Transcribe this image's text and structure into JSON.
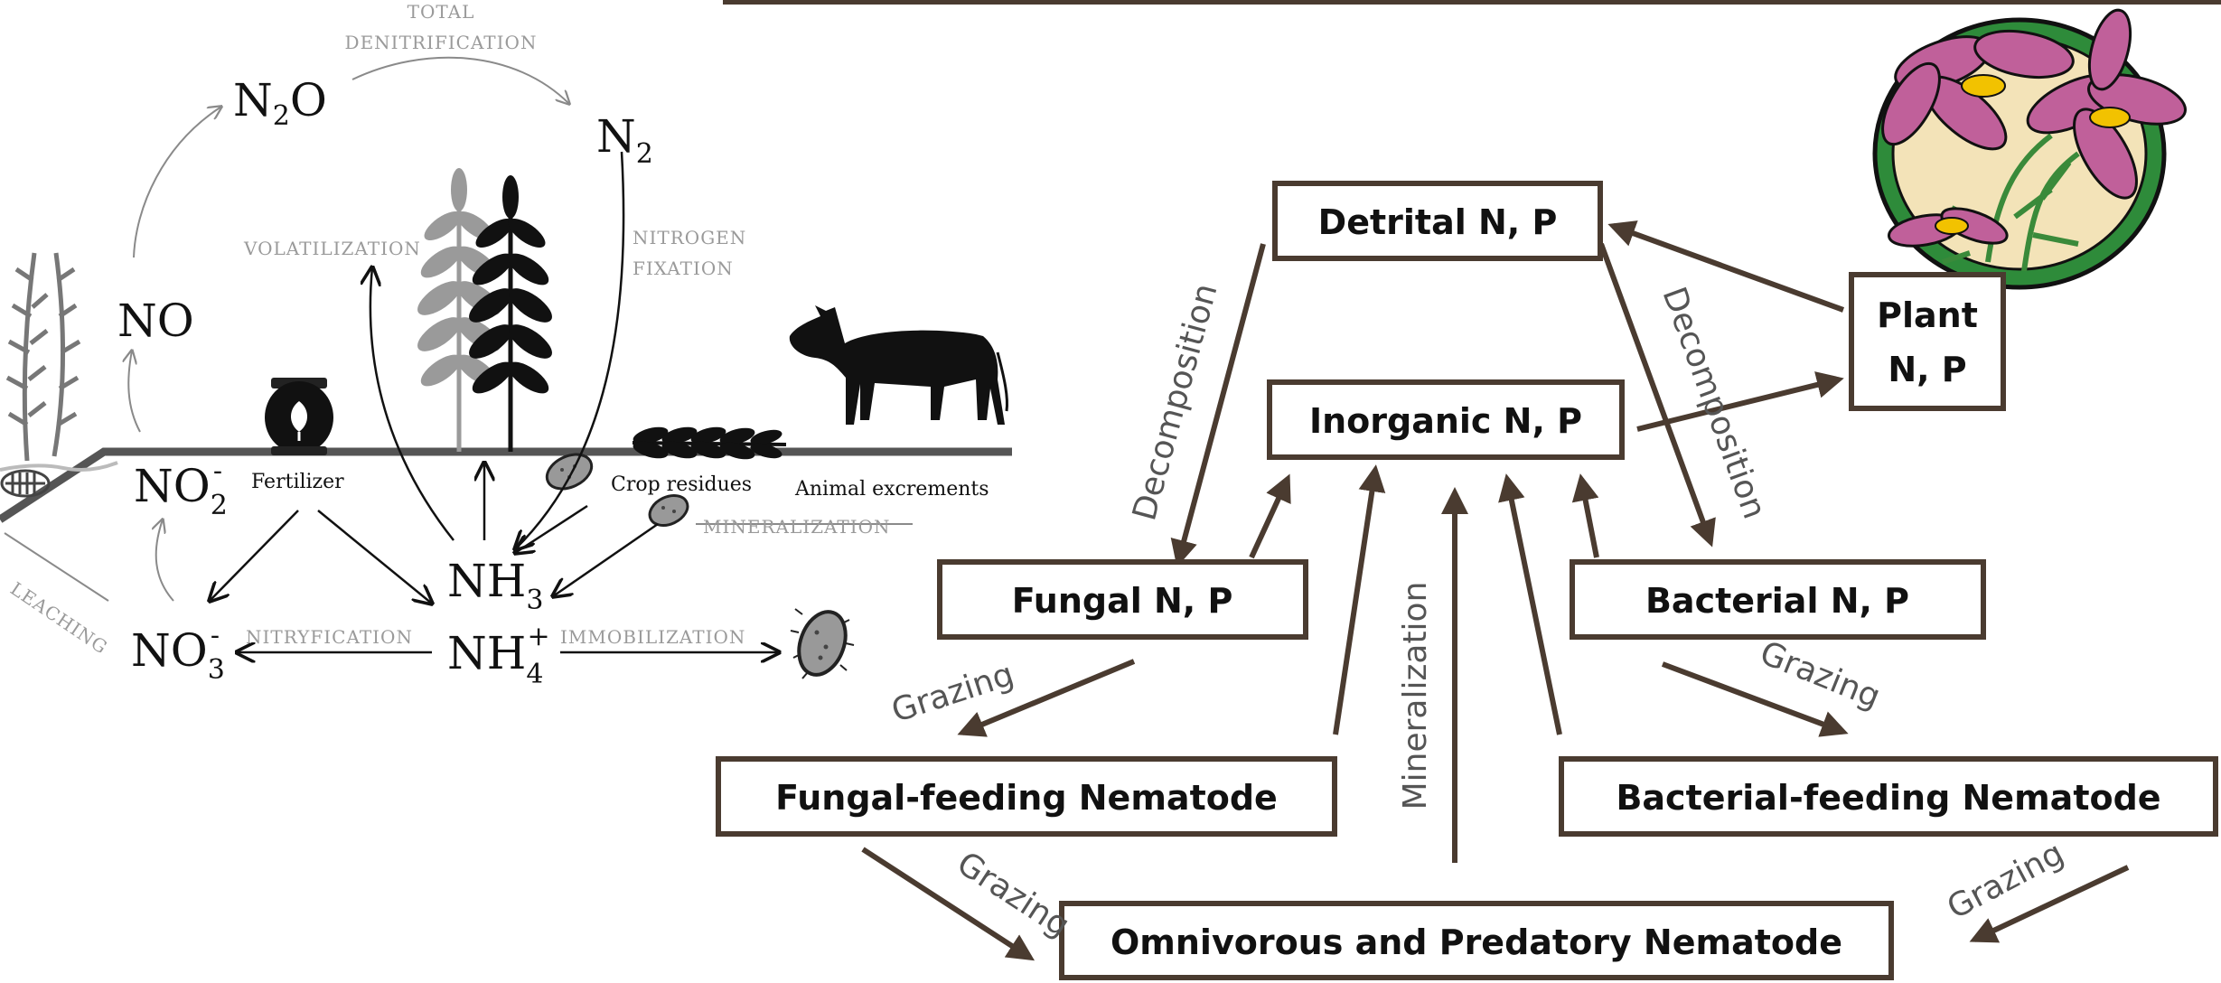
{
  "left_panel": {
    "species": {
      "n2o": "N",
      "n2o_sub": "2",
      "n2o_tail": "O",
      "n2": "N",
      "n2_sub": "2",
      "no": "NO",
      "no2": "NO",
      "no2_sub": "2",
      "no2_sup": "-",
      "no3": "NO",
      "no3_sub": "3",
      "no3_sup": "-",
      "nh3": "NH",
      "nh3_sub": "3",
      "nh4": "NH",
      "nh4_sub": "4",
      "nh4_sup": "+"
    },
    "processes": {
      "total_denitrification_line1": "TOTAL",
      "total_denitrification_line2": "DENITRIFICATION",
      "volatilization": "VOLATILIZATION",
      "nitrogen_fixation_line1": "NITROGEN",
      "nitrogen_fixation_line2": "FIXATION",
      "mineralization": "MINERALIZATION",
      "nitryfication": "NITRYFICATION",
      "immobilization": "IMMOBILIZATION",
      "leaching": "LEACHING"
    },
    "labels": {
      "fertilizer": "Fertilizer",
      "crop_residues": "Crop residues",
      "animal_excrements": "Animal excrements"
    }
  },
  "right_panel": {
    "boxes": {
      "detrital": "Detrital N, P",
      "inorganic": "Inorganic N, P",
      "plant_line1": "Plant",
      "plant_line2": "N, P",
      "fungal": "Fungal N, P",
      "bacterial": "Bacterial N, P",
      "fungal_nematode": "Fungal-feeding Nematode",
      "bacterial_nematode": "Bacterial-feeding Nematode",
      "omnivorous_nematode": "Omnivorous and Predatory Nematode"
    },
    "edges": {
      "decomposition_left": "Decomposition",
      "decomposition_right": "Decomposition",
      "mineralization": "Mineralization",
      "grazing_fungal": "Grazing",
      "grazing_bacterial": "Grazing",
      "grazing_fungal_nematode": "Grazing",
      "grazing_bacterial_nematode": "Grazing"
    }
  },
  "colors": {
    "box_border": "#4a3b30",
    "arrow": "#4a3b30",
    "process_text": "#9a9a9a",
    "flower_petal": "#c0609a",
    "flower_ring": "#2e8b3a"
  }
}
